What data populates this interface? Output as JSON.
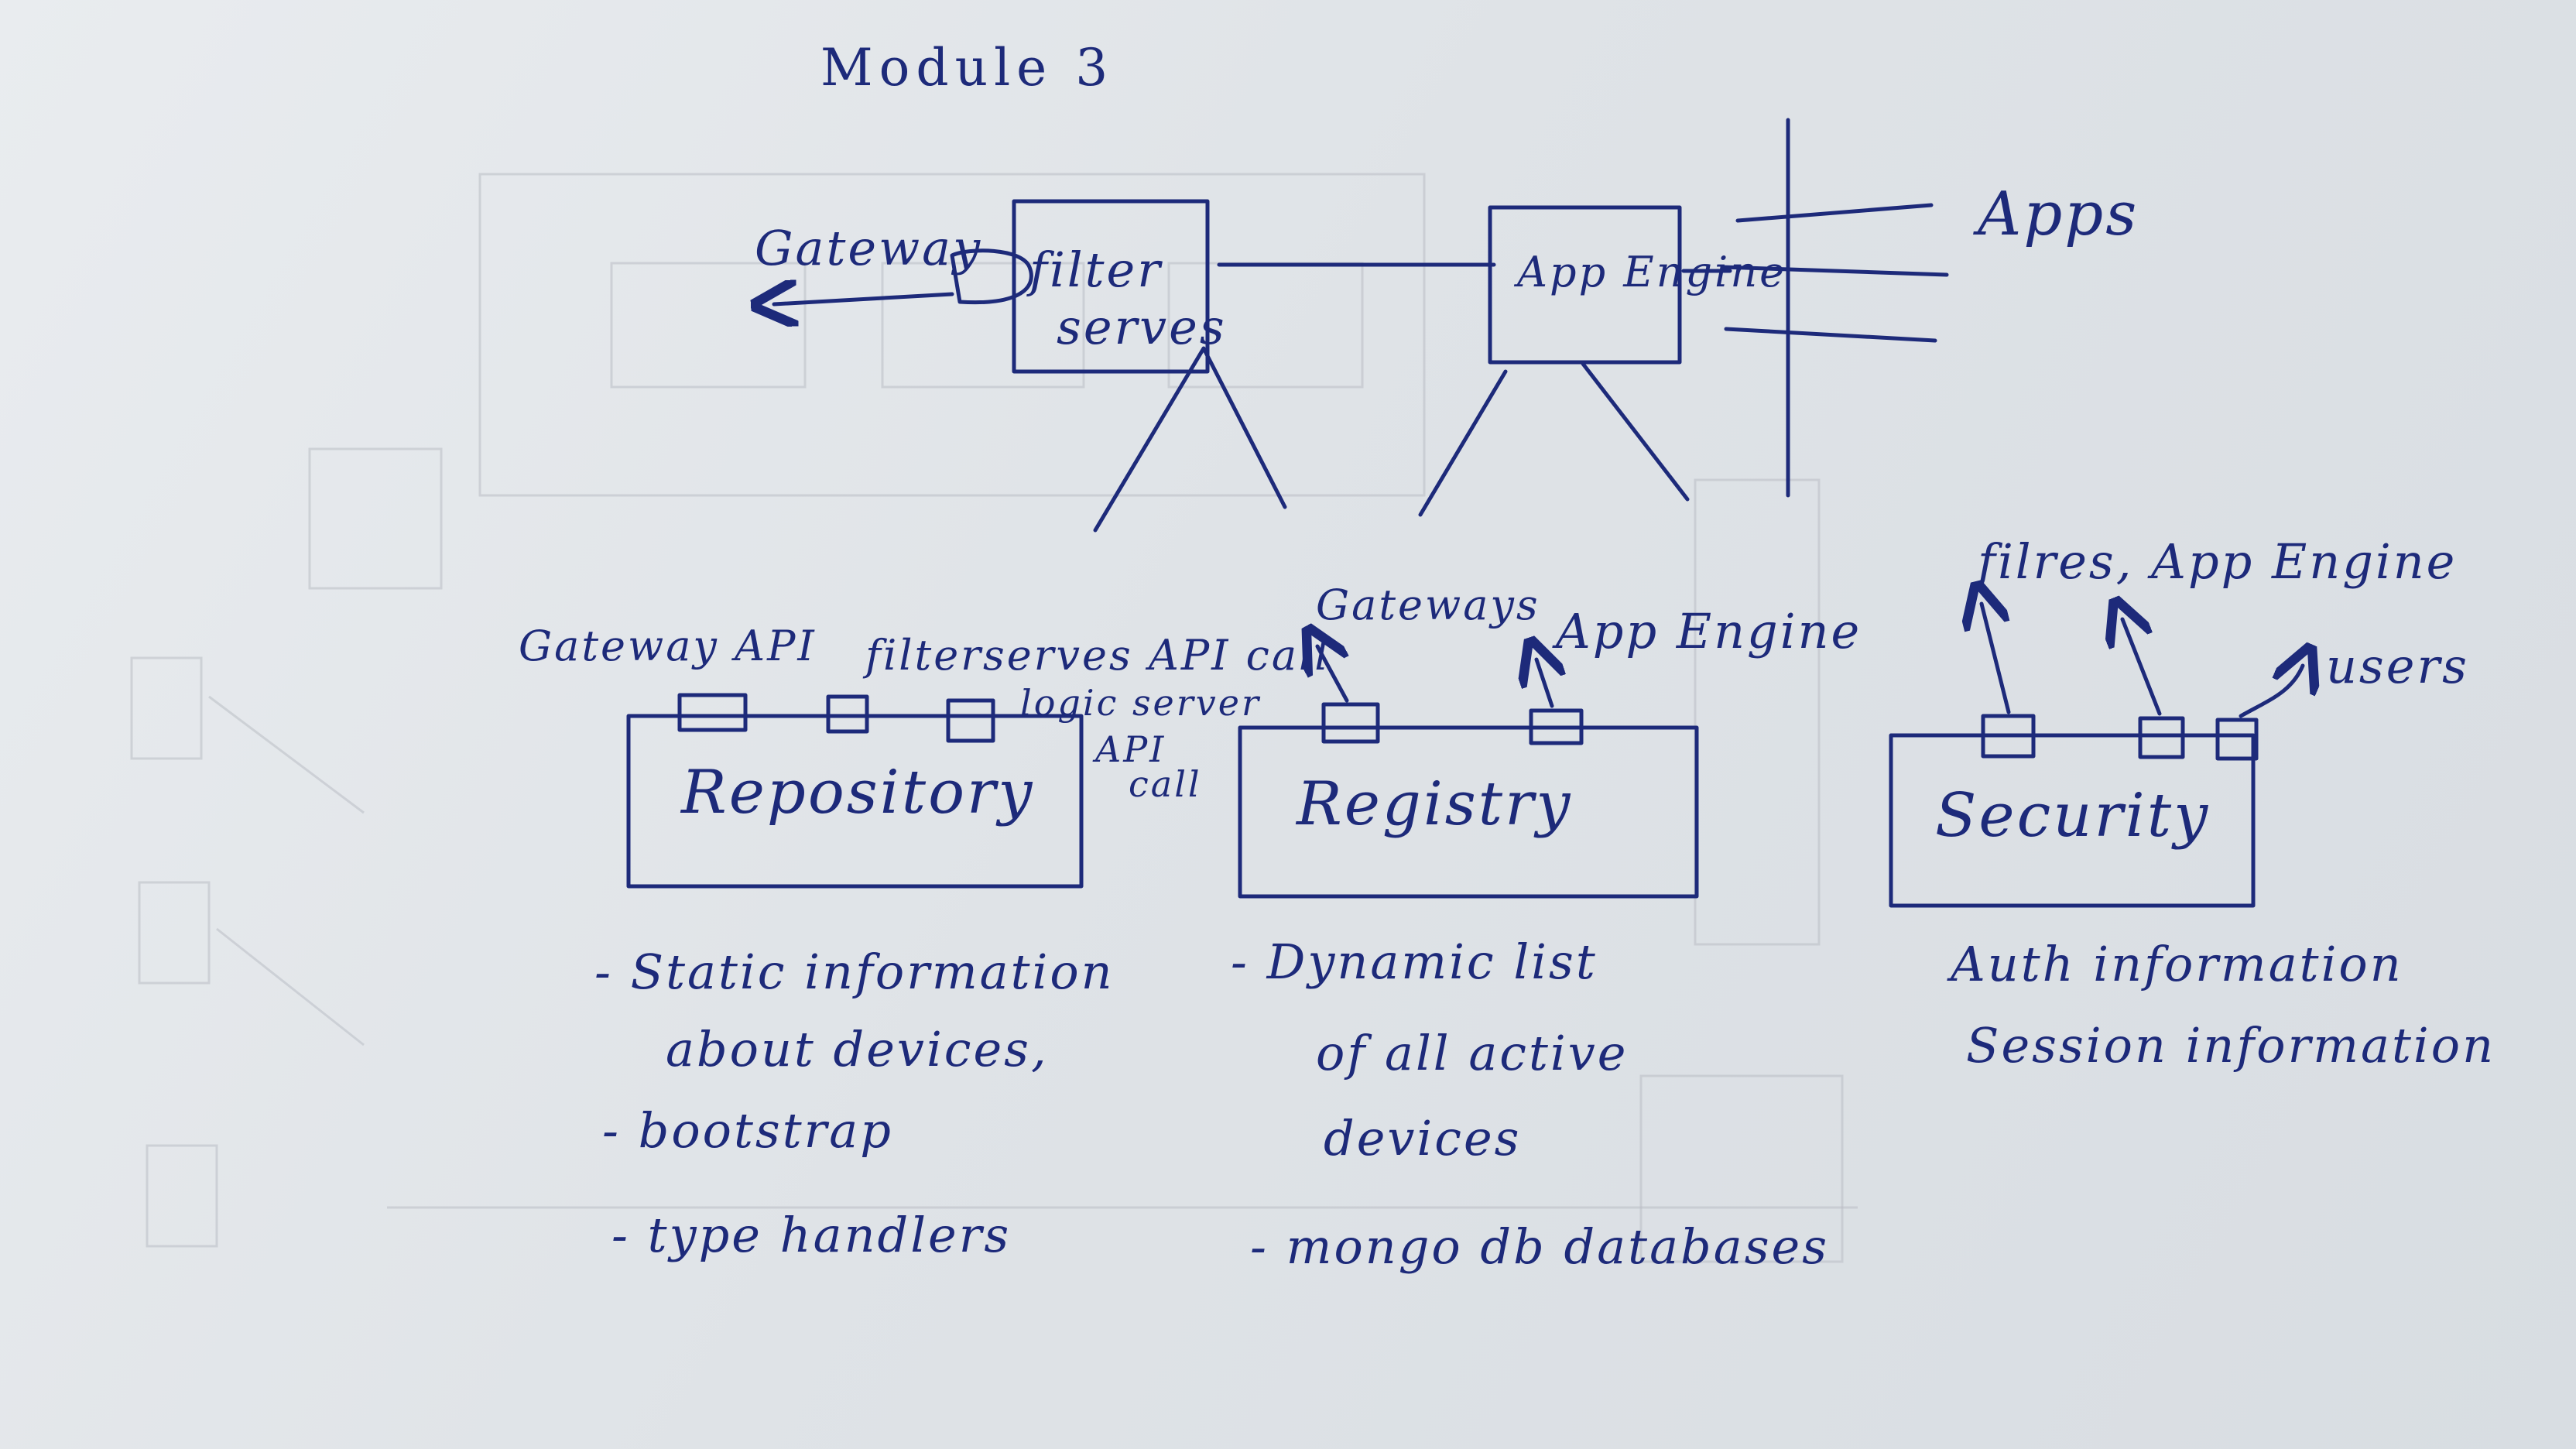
{
  "title": "Module 3",
  "top": {
    "gateway": "Gateway",
    "filter_server": [
      "filter",
      "serves"
    ],
    "app_engine": "App Engine",
    "apps": "Apps"
  },
  "repository": {
    "label": "Repository",
    "apis": [
      "Gateway API",
      "filterserves API call",
      "logic server",
      "API",
      "call"
    ],
    "notes": [
      "- Static information",
      "about devices,",
      "- bootstrap",
      "- type handlers"
    ]
  },
  "registry": {
    "label": "Registry",
    "connectors": [
      "Gateways",
      "App Engine"
    ],
    "notes": [
      "- Dynamic list",
      "of all active",
      "devices",
      "- mongo db databases"
    ]
  },
  "security": {
    "label": "Security",
    "connectors": [
      "filres, App Engine",
      "users"
    ],
    "notes": [
      "Auth information",
      "Session information"
    ]
  }
}
